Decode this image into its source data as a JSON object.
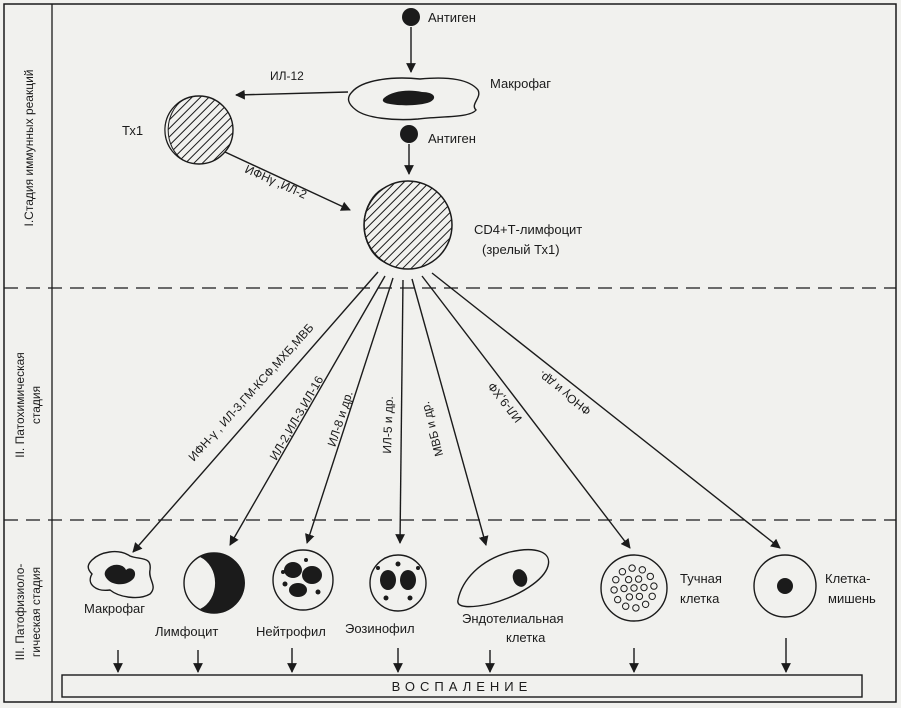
{
  "stages": {
    "first": "I.Стадия иммунных реакций",
    "second_line1": "II. Патохимическая",
    "second_line2": "стадия",
    "third_line1": "III. Патофизиоло-",
    "third_line2": "гическая стадия"
  },
  "cells": {
    "antigen_top": "Антиген",
    "macrophage_top": "Макрофаг",
    "antigen_mid": "Антиген",
    "th1": "Тх1",
    "cd4_line1": "CD4+Т-лимфоцит",
    "cd4_line2": "(зрелый Тх1)"
  },
  "arrow_labels": {
    "il12": "ИЛ-12",
    "ifn_il2": "ИФНγ ,ИЛ-2",
    "to_macrophage": "ИФН-γ , ИЛ-3,ГМ-КСФ,МХБ,МВБ",
    "to_lymphocyte": "ИЛ-2,ИЛ-3,ИЛ-16",
    "to_neutrophil": "ИЛ-8 и др.",
    "to_eosinophil": "ИЛ-5 и др.",
    "to_endothelial": "МВБ и др.",
    "to_mast": "ИЛ-9,ХФ",
    "to_target": "ФНОγ и др."
  },
  "effectors": {
    "macrophage": "Макрофаг",
    "lymphocyte": "Лимфоцит",
    "neutrophil": "Нейтрофил",
    "eosinophil": "Эозинофил",
    "endothelial_line1": "Эндотелиальная",
    "endothelial_line2": "клетка",
    "mast_line1": "Тучная",
    "mast_line2": "клетка",
    "target_line1": "Клетка-",
    "target_line2": "мишень"
  },
  "outcome": "ВОСПАЛЕНИЕ"
}
